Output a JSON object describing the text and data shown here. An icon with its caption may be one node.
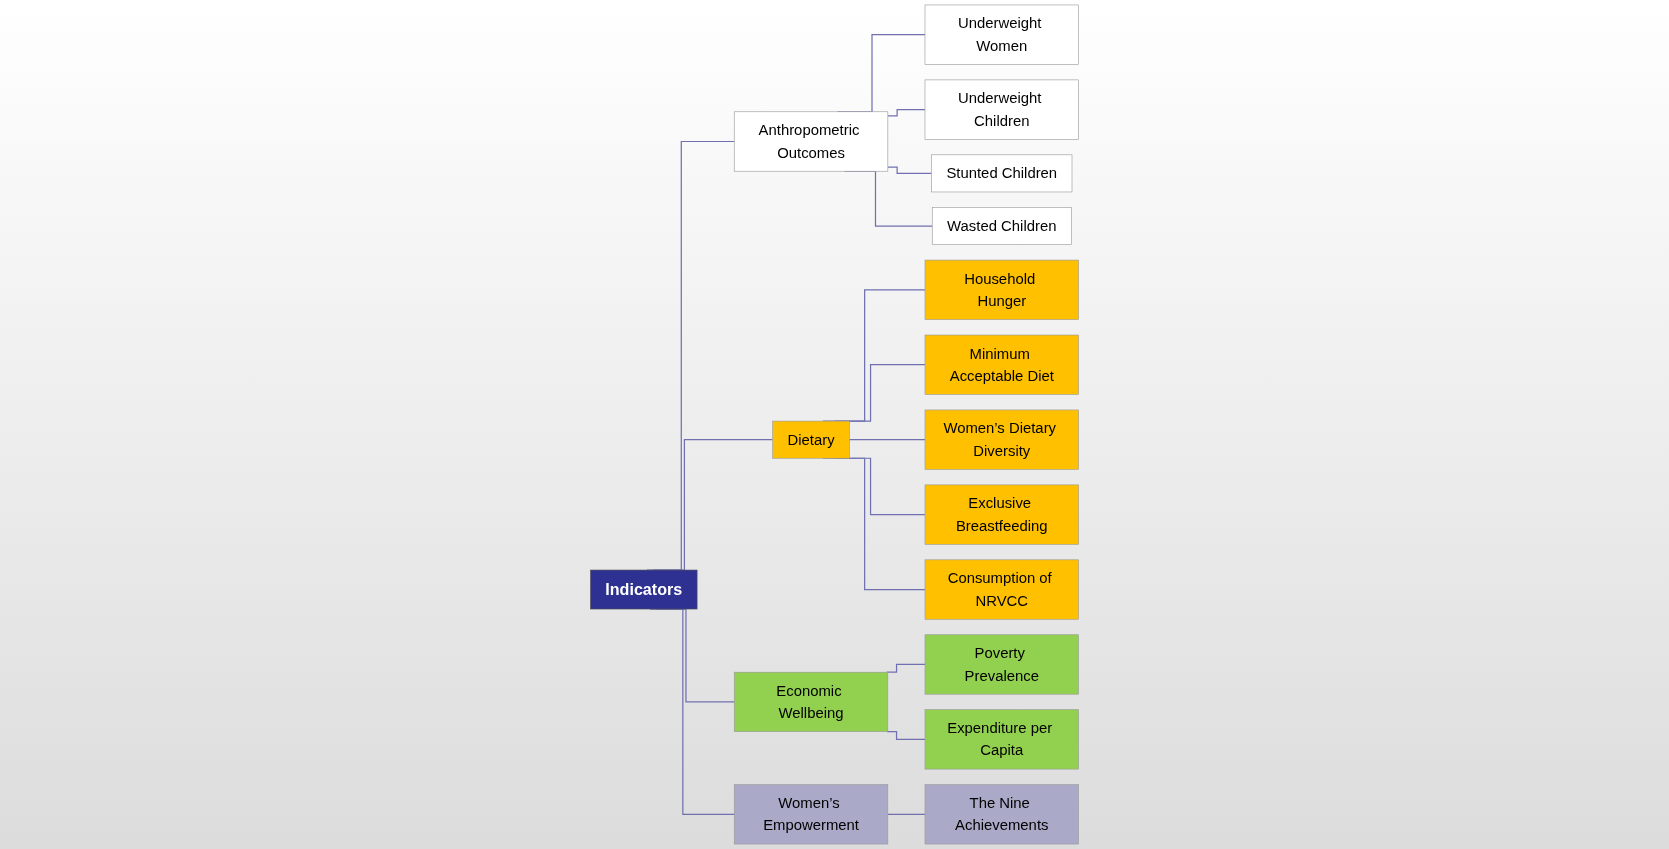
{
  "diagram": {
    "nodes": [
      {
        "text": [
          "Indicators"
        ]
      },
      {
        "text": [
          "Anthropometric Outcomes"
        ]
      },
      {
        "text": [
          "Underweight Women"
        ]
      },
      {
        "text": [
          "Stunted Children"
        ]
      },
      {
        "text": [
          "Underweight Children"
        ]
      },
      {
        "text": [
          "Wasted Children"
        ]
      },
      {
        "text": [
          "Dietary"
        ]
      },
      {
        "text": [
          "Household Hunger"
        ]
      },
      {
        "text": [
          "Women’s Dietary Diversity"
        ]
      },
      {
        "text": [
          "Consumption of NRVCC"
        ]
      },
      {
        "text": [
          "Minimum Acceptable Diet"
        ]
      },
      {
        "text": [
          "Exclusive Breastfeeding"
        ]
      },
      {
        "text": [
          "Economic Wellbeing"
        ]
      },
      {
        "text": [
          "Poverty Prevalence"
        ]
      },
      {
        "text": [
          "Expenditure per Capita"
        ]
      },
      {
        "text": [
          "Women’s Empowerment"
        ]
      },
      {
        "text": [
          "The Nine Achievements"
        ]
      }
    ],
    "edges": [
      {
        "from": 0,
        "to": 1,
        "arrow": "none"
      },
      {
        "from": 0,
        "to": 6,
        "arrow": "none"
      },
      {
        "from": 0,
        "to": 12,
        "arrow": "none"
      },
      {
        "from": 0,
        "to": 15,
        "arrow": "none"
      },
      {
        "from": 1,
        "to": 2,
        "arrow": "none"
      },
      {
        "from": 1,
        "to": 4,
        "arrow": "none"
      },
      {
        "from": 1,
        "to": 3,
        "arrow": "none"
      },
      {
        "from": 1,
        "to": 5,
        "arrow": "none"
      },
      {
        "from": 6,
        "to": 7,
        "arrow": "none"
      },
      {
        "from": 6,
        "to": 10,
        "arrow": "none"
      },
      {
        "from": 6,
        "to": 8,
        "arrow": "none"
      },
      {
        "from": 6,
        "to": 11,
        "arrow": "none"
      },
      {
        "from": 6,
        "to": 9,
        "arrow": "none"
      },
      {
        "from": 12,
        "to": 13,
        "arrow": "none"
      },
      {
        "from": 12,
        "to": 14,
        "arrow": "none"
      },
      {
        "from": 15,
        "to": 16,
        "arrow": "none"
      }
    ]
  }
}
